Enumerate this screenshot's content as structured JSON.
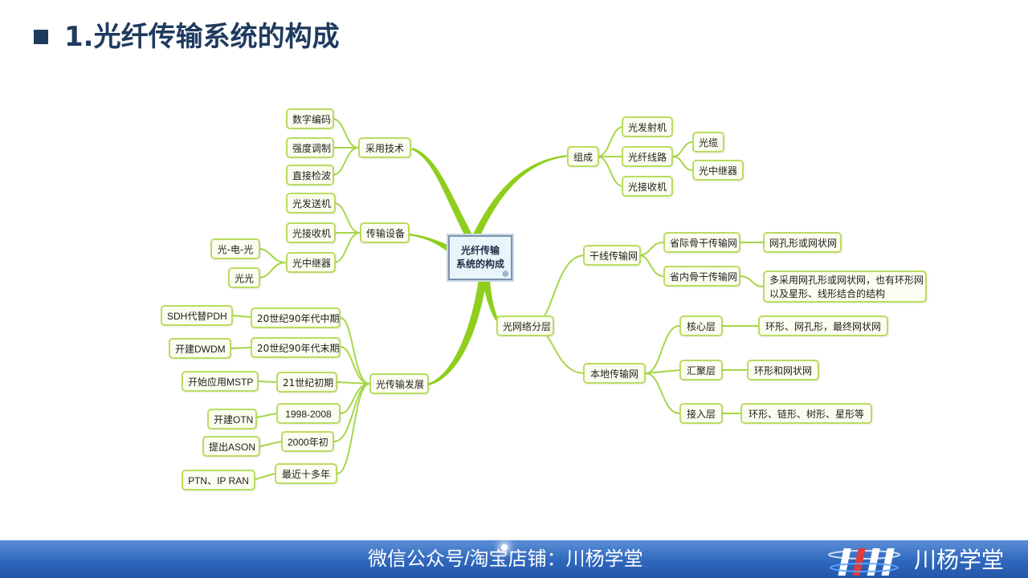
{
  "slide": {
    "title": "1.光纤传输系统的构成"
  },
  "mindmap": {
    "center": {
      "line1": "光纤传输",
      "line2": "系统的构成"
    },
    "branches": {
      "tech": {
        "label": "采用技术",
        "items": [
          "数字编码",
          "强度调制",
          "直接检波"
        ]
      },
      "equip": {
        "label": "传输设备",
        "items": [
          "光发送机",
          "光接收机",
          "光中继器"
        ],
        "repeater_types": [
          "光-电-光",
          "光光"
        ]
      },
      "dev": {
        "label": "光传输发展",
        "periods": [
          {
            "period": "20世纪90年代中期",
            "event": "SDH代替PDH"
          },
          {
            "period": "20世纪90年代末期",
            "event": "开建DWDM"
          },
          {
            "period": "21世纪初期",
            "event": "开始应用MSTP"
          },
          {
            "period": "1998-2008",
            "event": "开建OTN"
          },
          {
            "period": "2000年初",
            "event": "提出ASON"
          },
          {
            "period": "最近十多年",
            "event": "PTN、IP RAN"
          }
        ]
      },
      "compose": {
        "label": "组成",
        "items": [
          "光发射机",
          "光纤线路",
          "光接收机"
        ],
        "fiber_parts": [
          "光缆",
          "光中继器"
        ]
      },
      "layers": {
        "label": "光网络分层",
        "trunk": {
          "label": "干线传输网",
          "items": [
            {
              "label": "省际骨干传输网",
              "desc": "网孔形或网状网"
            },
            {
              "label": "省内骨干传输网",
              "desc": "多采用网孔形或网状网，也有环形网",
              "desc2": "以及星形、线形结合的结构"
            }
          ]
        },
        "local": {
          "label": "本地传输网",
          "items": [
            {
              "label": "核心层",
              "desc": "环形、网孔形，最终网状网"
            },
            {
              "label": "汇聚层",
              "desc": "环形和网状网"
            },
            {
              "label": "接入层",
              "desc": "环形、链形、树形、星形等"
            }
          ]
        }
      }
    },
    "colors": {
      "branch": "#8fce1c",
      "edge": "#a6d64a",
      "node_border": "#b9dc60",
      "node_fill": "#fbfdf0"
    }
  },
  "footer": {
    "text": "微信公众号/淘宝店铺：川杨学堂",
    "logo_text": "川杨学堂",
    "colors": {
      "bar": "#2f67bd"
    }
  }
}
